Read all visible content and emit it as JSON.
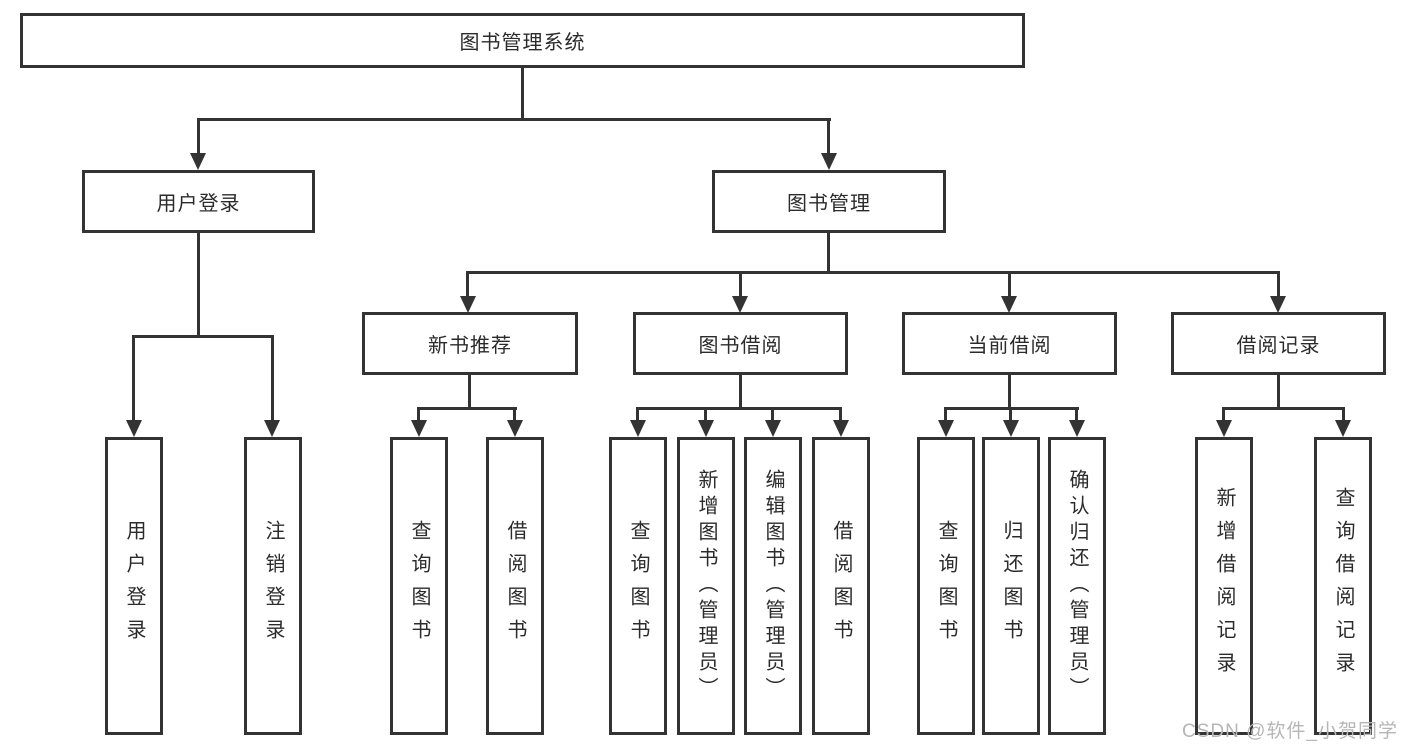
{
  "diagram": {
    "type": "tree-diagram",
    "title": "图书管理系统"
  },
  "nodes": {
    "root": {
      "label": "图书管理系统"
    },
    "user_login_group": {
      "label": "用户登录"
    },
    "book_mgmt_group": {
      "label": "图书管理"
    },
    "user_login": {
      "label": "用户登录"
    },
    "logout": {
      "label": "注销登录"
    },
    "new_book_rec": {
      "label": "新书推荐"
    },
    "book_borrow": {
      "label": "图书借阅"
    },
    "current_borrow": {
      "label": "当前借阅"
    },
    "borrow_records": {
      "label": "借阅记录"
    },
    "rec_query_books": {
      "label": "查询图书"
    },
    "rec_borrow_books": {
      "label": "借阅图书"
    },
    "bb_query_books": {
      "label": "查询图书"
    },
    "bb_add_books": {
      "label": "新增图书（管理员）"
    },
    "bb_edit_books": {
      "label": "编辑图书（管理员）"
    },
    "bb_borrow_books": {
      "label": "借阅图书"
    },
    "cb_query_books": {
      "label": "查询图书"
    },
    "cb_return_books": {
      "label": "归还图书"
    },
    "cb_confirm_return": {
      "label": "确认归还（管理员）"
    },
    "br_add_record": {
      "label": "新增借阅记录"
    },
    "br_query_record": {
      "label": "查询借阅记录"
    }
  },
  "watermark": {
    "text": "CSDN @软件_小贺同学"
  },
  "colors": {
    "line": "#333333",
    "box_border": "#333333",
    "box_fill": "#ffffff",
    "text": "#2b2b2b",
    "watermark": "#b6b6b6",
    "background": "#ffffff"
  }
}
